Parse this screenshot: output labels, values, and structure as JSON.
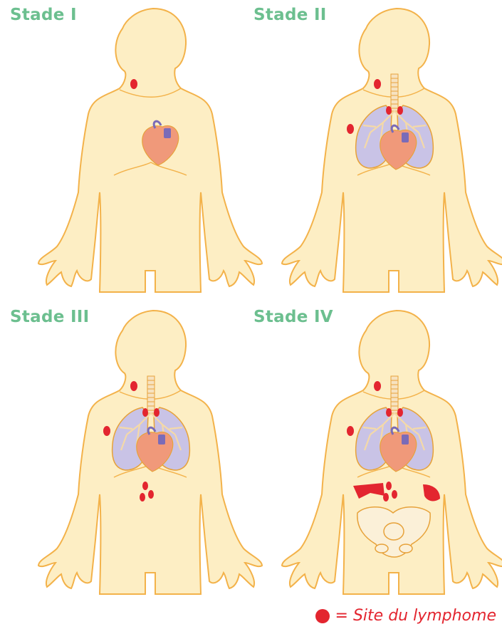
{
  "colors": {
    "title": "#6cbf8f",
    "body_fill": "#fdeec4",
    "body_stroke": "#f3b24a",
    "lymphoma": "#e3252f",
    "lung_fill": "#c9c3e6",
    "lung_stroke": "#e7a23a",
    "heart": "#f0997a",
    "heart_vessel": "#7a6bb8"
  },
  "panels": [
    {
      "title": "Stade I"
    },
    {
      "title": "Stade II"
    },
    {
      "title": "Stade III"
    },
    {
      "title": "Stade IV"
    }
  ],
  "legend": {
    "text": "= Site du lymphome",
    "icon": "red-dot"
  }
}
